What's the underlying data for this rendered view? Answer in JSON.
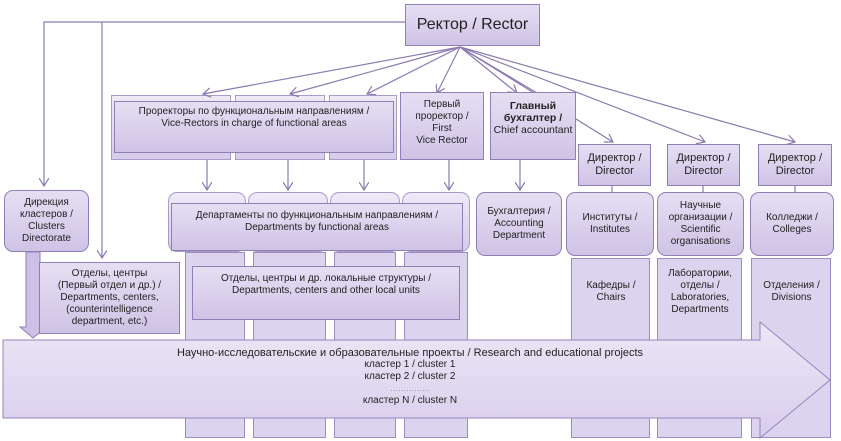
{
  "title": "University organizational structure",
  "rector": "Ректор / Rector",
  "vice_rectors": "Проректоры по функциональным направлениям / Vice-Rectors in charge of functional areas",
  "first_vice_rector": [
    "Первый",
    "проректор /",
    "First",
    "Vice Rector"
  ],
  "chief_accountant": [
    "Главный",
    "бухгалтер /",
    "Chief accountant"
  ],
  "directors": [
    [
      "Директор /",
      "Director"
    ],
    [
      "Директор /",
      "Director"
    ],
    [
      "Директор /",
      "Director"
    ]
  ],
  "clusters_directorate": [
    "Дирекция",
    "кластеров /",
    "Clusters",
    "Directorate"
  ],
  "departments_centers": [
    "Отделы, центры",
    "(Первый отдел и др.) /",
    "Departments, centers,",
    "(counterintelligence",
    "department, etc.)"
  ],
  "departments_functional": [
    "Департаменты по функциональным направлениям /",
    "Departments by functional areas"
  ],
  "local_units": [
    "Отделы, центры и др. локальные структуры /",
    "Departments, centers and other local units"
  ],
  "accounting_department": [
    "Бухгалтерия /",
    "Accounting",
    "Department"
  ],
  "institutes": [
    "Институты /",
    "Institutes"
  ],
  "scientific_orgs": [
    "Научные",
    "организации /",
    "Scientific",
    "organisations"
  ],
  "colleges": [
    "Колледжи /",
    "Colleges"
  ],
  "chairs": [
    "Кафедры /",
    "Chairs"
  ],
  "laboratories": [
    "Лаборатории,",
    "отделы /",
    "Laboratories,",
    "Departments"
  ],
  "divisions": [
    "Отделения /",
    "Divisions"
  ],
  "projects": {
    "title": "Научно-исследовательские и образовательные проекты / Research and educational projects",
    "clusters": [
      "кластер 1 / cluster 1",
      "кластер 2 / cluster 2",
      "……………",
      "кластер N / cluster N"
    ]
  },
  "colors": {
    "box_border": "#8f7fb5",
    "box_fill_top": "#e6dff3",
    "box_fill_bottom": "#cfc3e6",
    "connector": "#8a7ab0"
  }
}
